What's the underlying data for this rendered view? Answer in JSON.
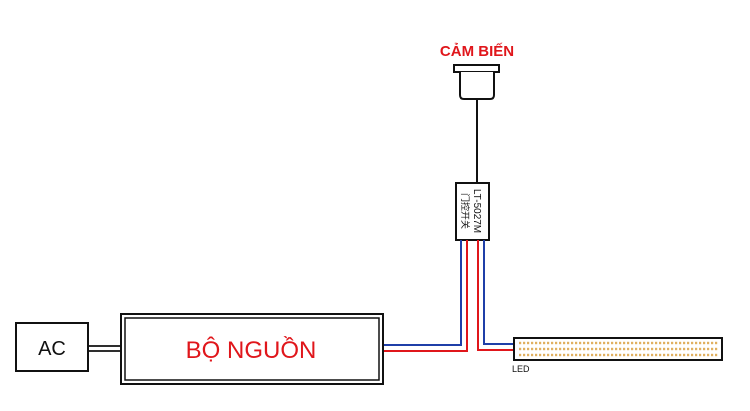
{
  "diagram": {
    "sensor_label": "CẢM BIẾN",
    "controller_model": "LT-5027M",
    "controller_subtitle": "门控开关",
    "power_label": "BỘ NGUỒN",
    "ac_label": "AC",
    "led_label": "LED"
  },
  "colors": {
    "wire_red": "#e0161b",
    "wire_blue": "#1f3fa8",
    "led_dot": "#e0b060",
    "label_red": "#e0161b",
    "outline": "#111111"
  }
}
